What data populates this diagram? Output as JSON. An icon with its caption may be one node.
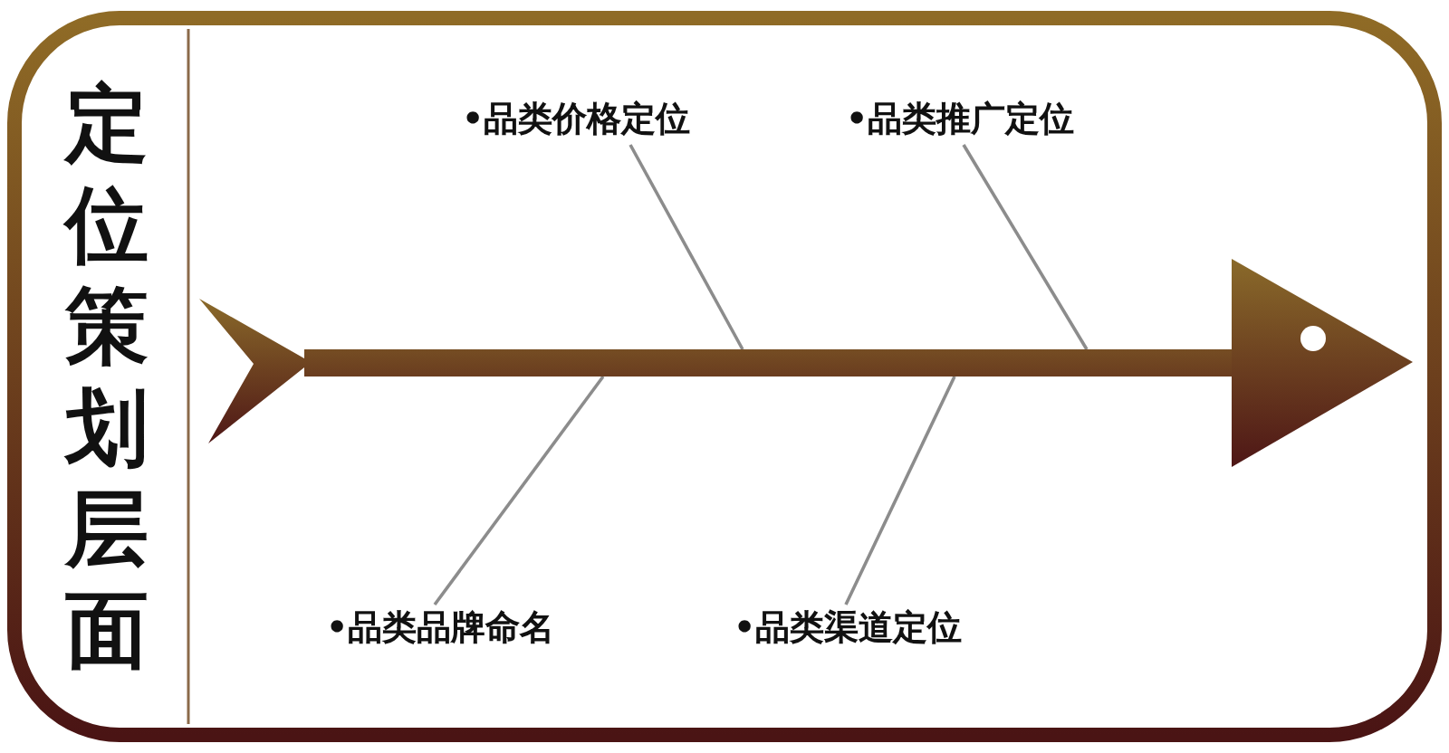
{
  "diagram": {
    "title": "定位策划层面",
    "nodes": [
      {
        "text": [],
        "shape": "arrow"
      },
      {
        "text": [
          "•品类价格定位"
        ]
      },
      {
        "text": [
          "•品类推广定位"
        ]
      },
      {
        "text": [
          "•品类品牌命名"
        ]
      },
      {
        "text": [
          "•品类渠道定位"
        ]
      }
    ],
    "edges": [
      {
        "from": 1,
        "to": 0,
        "arrow": "none"
      },
      {
        "from": 2,
        "to": 0,
        "arrow": "none"
      },
      {
        "from": 3,
        "to": 0,
        "arrow": "none"
      },
      {
        "from": 4,
        "to": 0,
        "arrow": "none"
      }
    ]
  }
}
